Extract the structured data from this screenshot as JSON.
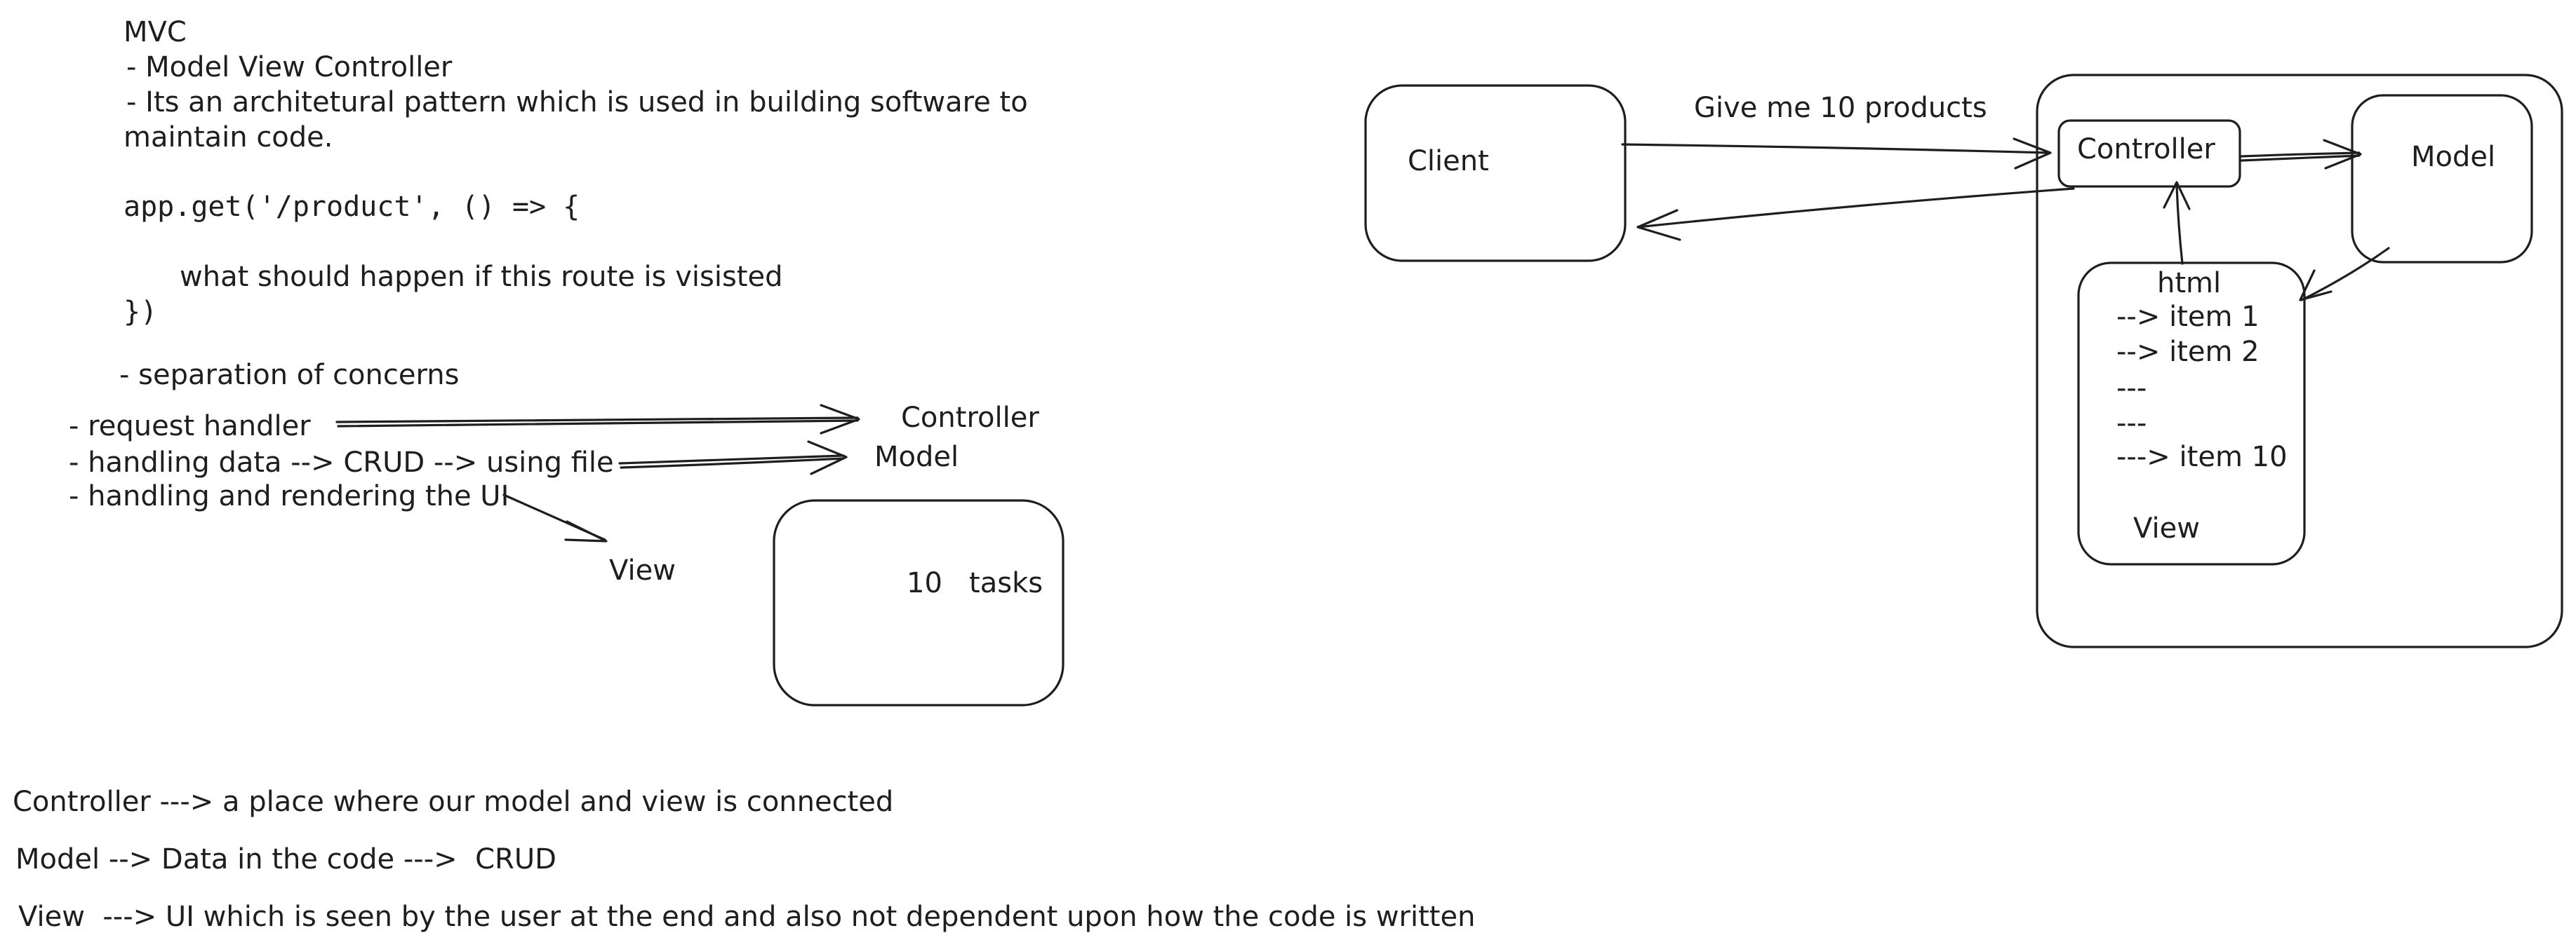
{
  "notes": {
    "title": "MVC",
    "bullet_1": "- Model View Controller",
    "bullet_2_line_1": "- Its an architetural pattern which is used in building software to",
    "bullet_2_line_2": "maintain code.",
    "code_1": "app.get('/product', () => {",
    "code_2": "what should happen if this route is visisted",
    "code_3": "})",
    "separation": "- separation of concerns",
    "concern_1": "- request handler",
    "concern_2": "- handling data --> CRUD --> using file",
    "concern_3": "- handling and rendering the UI",
    "target_controller": "Controller",
    "target_model": "Model",
    "target_view": "View",
    "box_text": "10   tasks"
  },
  "diagram": {
    "client": "Client",
    "request_label": "Give me 10 products",
    "controller": "Controller",
    "model": "Model",
    "view_title": "html",
    "view_lines": [
      "--> item 1",
      "--> item 2",
      "---",
      "---",
      "---> item 10"
    ],
    "view_label": "View"
  },
  "definitions": {
    "controller": "Controller ---> a place where our model and view is connected",
    "model": "Model --> Data in the code --->  CRUD",
    "view": "View  ---> UI which is seen by the user at the end and also not dependent upon how the code is written"
  }
}
